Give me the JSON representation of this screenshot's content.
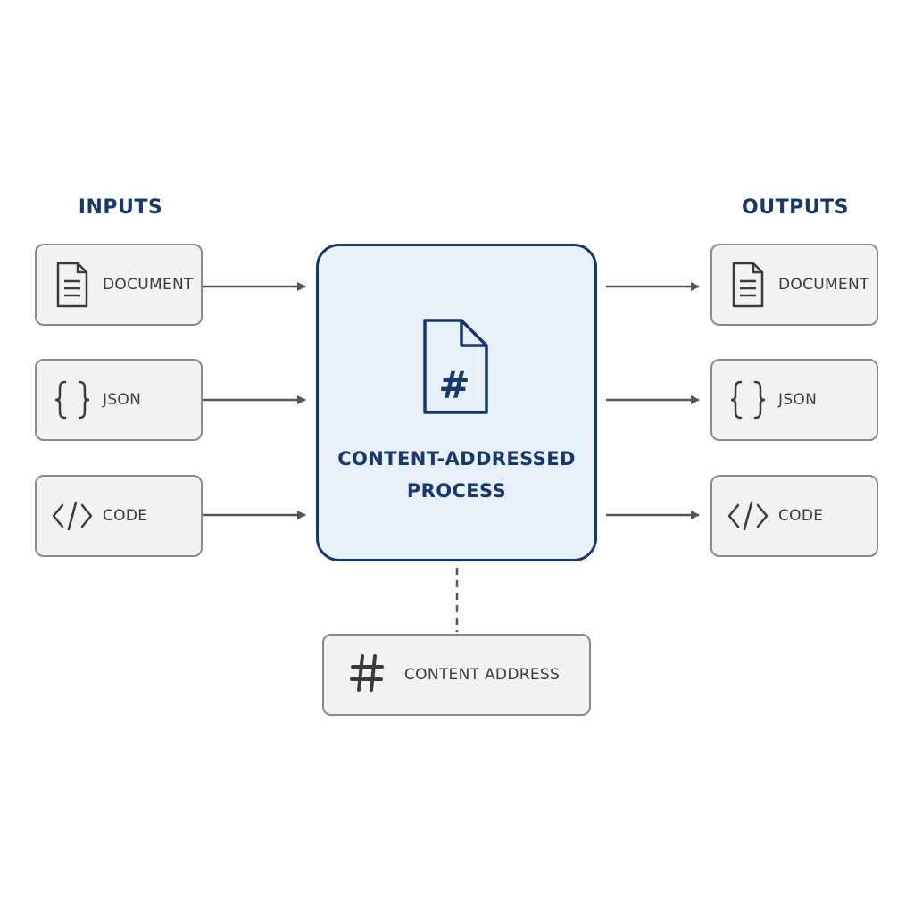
{
  "inputs": {
    "title": "INPUTS",
    "items": [
      {
        "label": "DOCUMENT",
        "icon": "document-icon"
      },
      {
        "label": "JSON",
        "icon": "braces-icon"
      },
      {
        "label": "CODE",
        "icon": "code-icon"
      }
    ]
  },
  "outputs": {
    "title": "OUTPUTS",
    "items": [
      {
        "label": "DOCUMENT",
        "icon": "document-icon"
      },
      {
        "label": "JSON",
        "icon": "braces-icon"
      },
      {
        "label": "CODE",
        "icon": "code-icon"
      }
    ]
  },
  "process": {
    "line1": "CONTENT-ADDRESSED",
    "line2": "PROCESS",
    "icon": "hash-document-icon"
  },
  "address": {
    "label": "CONTENT ADDRESS",
    "icon": "hash-icon"
  },
  "colors": {
    "accent": "#17386b",
    "process_fill": "#e8f0fa",
    "box_fill": "#f2f2f2",
    "box_border": "#8a8a8a",
    "arrow": "#555555"
  }
}
